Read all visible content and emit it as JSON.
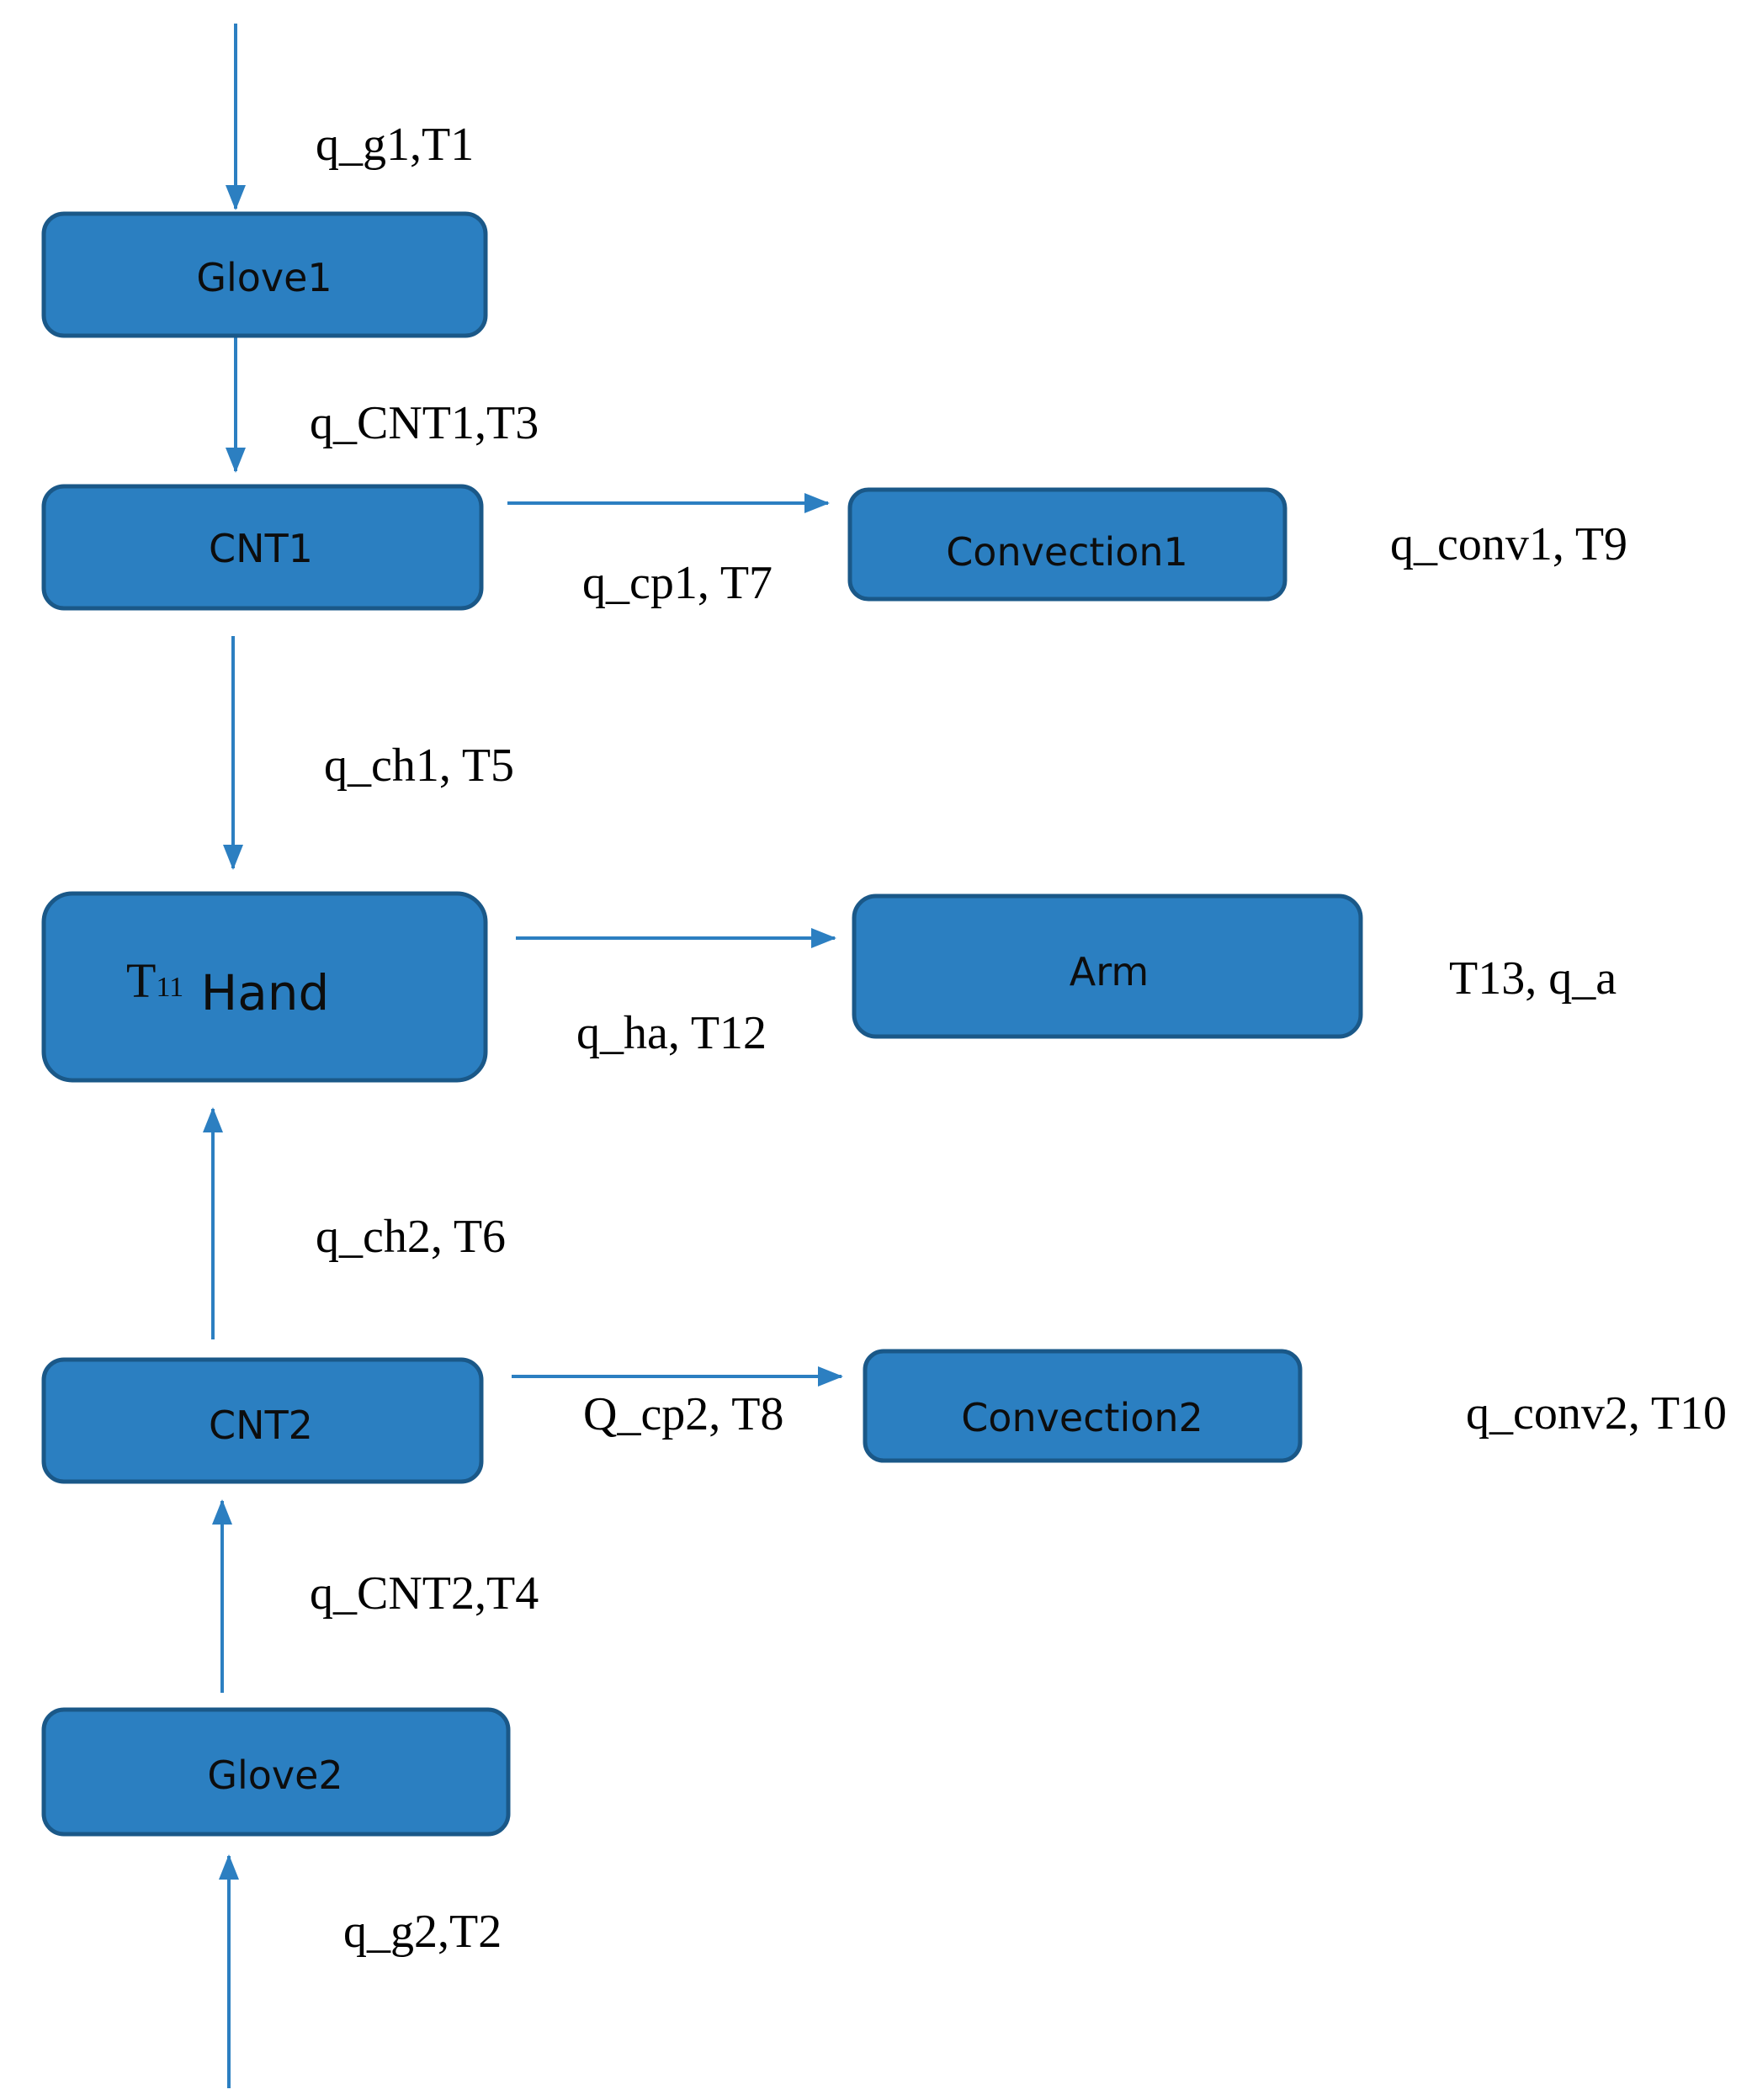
{
  "colors": {
    "node_fill": "#2b7fc1",
    "node_stroke": "#1a5888",
    "arrow": "#2c7fc1",
    "label": "#000000"
  },
  "nodes": {
    "glove1": "Glove1",
    "cnt1": "CNT1",
    "convection1": "Convection1",
    "hand": "Hand",
    "hand_temp_main": "T",
    "hand_temp_sub": "11",
    "arm": "Arm",
    "cnt2": "CNT2",
    "convection2": "Convection2",
    "glove2": "Glove2"
  },
  "labels": {
    "q_g1": "q_g1,T1",
    "q_cnt1": "q_CNT1,T3",
    "q_cp1": "q_cp1, T7",
    "q_conv1": "q_conv1, T9",
    "q_ch1": "q_ch1, T5",
    "q_ha": "q_ha, T12",
    "t13_qa": "T13, q_a",
    "q_ch2": "q_ch2, T6",
    "q_cp2": "Q_cp2, T8",
    "q_conv2": "q_conv2, T10",
    "q_cnt2": "q_CNT2,T4",
    "q_g2": "q_g2,T2"
  }
}
